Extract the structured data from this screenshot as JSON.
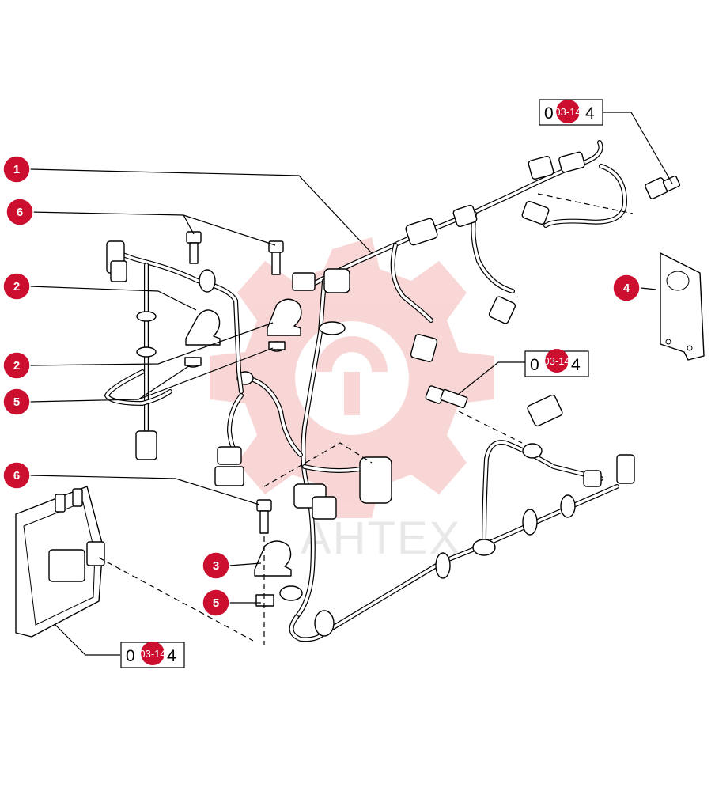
{
  "diagram": {
    "watermark_text": "AHTEX",
    "colors": {
      "callout": "#cc0e2f",
      "watermark_gear": "#f6c9c9",
      "watermark_text": "#e8e8e8"
    },
    "callouts": [
      {
        "label": "1",
        "target": "engine-wiring-harness"
      },
      {
        "label": "6",
        "target": "upper-bolts"
      },
      {
        "label": "2",
        "target": "upper-left-clamp"
      },
      {
        "label": "2",
        "target": "upper-right-clamp"
      },
      {
        "label": "5",
        "target": "upper-nuts"
      },
      {
        "label": "6",
        "target": "lower-bolt"
      },
      {
        "label": "3",
        "target": "lower-clamp"
      },
      {
        "label": "5",
        "target": "lower-nut"
      },
      {
        "label": "4",
        "target": "ecu-bracket"
      }
    ],
    "references": [
      {
        "code": "03-14",
        "text": "0",
        "suffix": "4",
        "target": "pressure-sensor"
      },
      {
        "code": "03-14",
        "text": "0",
        "suffix": "4",
        "target": "temperature-sensor"
      },
      {
        "code": "03-14",
        "text": "0",
        "suffix": "4",
        "target": "engine-control-unit"
      }
    ]
  }
}
